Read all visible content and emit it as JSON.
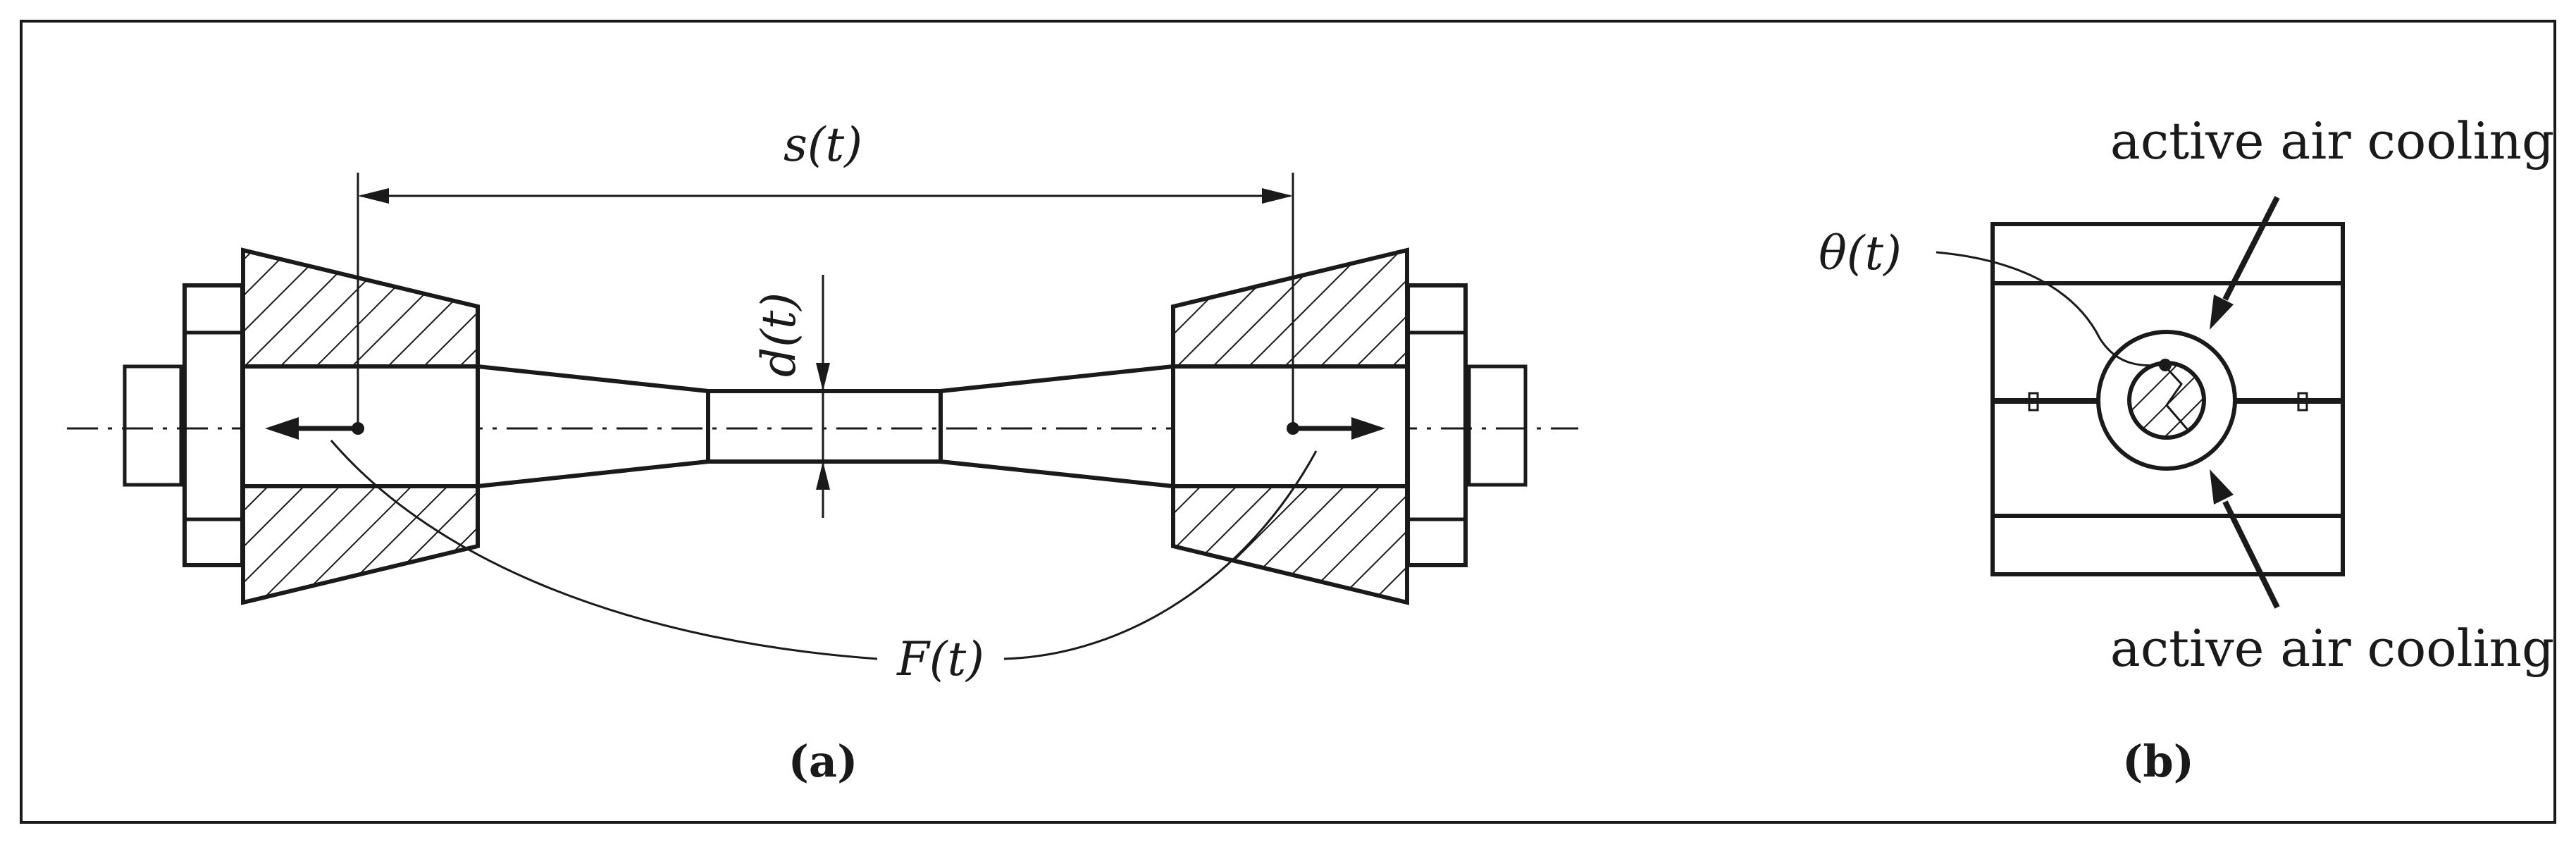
{
  "panel_a": {
    "caption": "(a)",
    "label_distance": "s(t)",
    "label_diameter": "d(t)",
    "label_force": "F(t)"
  },
  "panel_b": {
    "caption": "(b)",
    "label_temperature": "θ(t)",
    "label_cooling_top": "active air cooling",
    "label_cooling_bottom": "active air cooling"
  },
  "colors": {
    "line": "#1a1a1a",
    "background": "#ffffff"
  }
}
